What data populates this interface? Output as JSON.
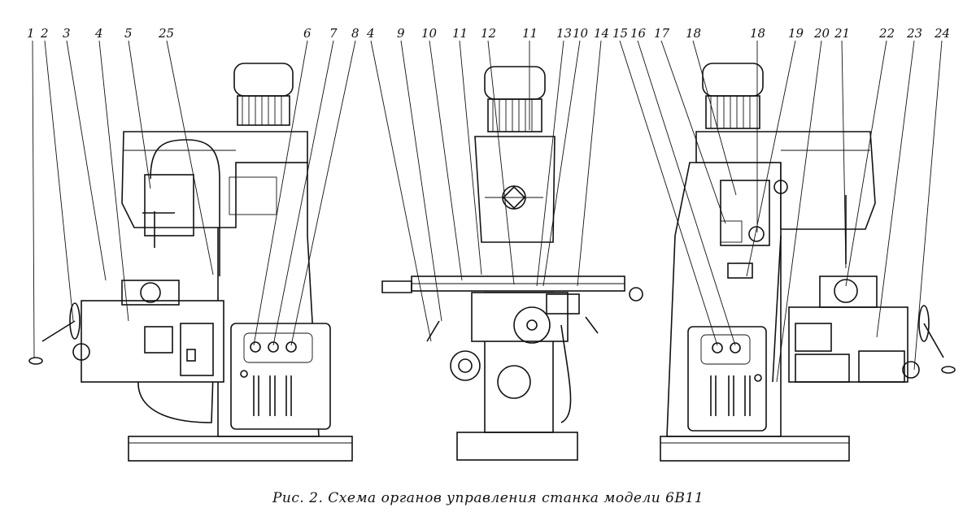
{
  "caption": "Рис. 2. Схема органов управления станка модели 6В11",
  "labels": [
    "1",
    "2",
    "3",
    "4",
    "5",
    "25",
    "6",
    "7",
    "8",
    "4",
    "9",
    "10",
    "11",
    "12",
    "11",
    "13",
    "10",
    "14",
    "15",
    "16",
    "17",
    "18",
    "18",
    "19",
    "20",
    "21",
    "22",
    "23",
    "24"
  ]
}
